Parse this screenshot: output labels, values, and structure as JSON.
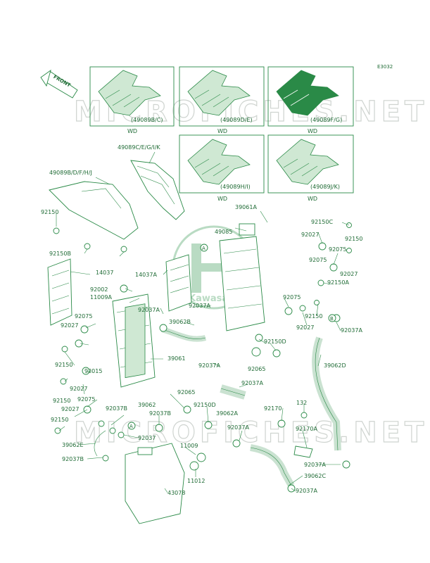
{
  "diagram_code": "E3032",
  "front_label": "FRONT",
  "watermark": "MICROFICHES.NET",
  "watermark_logo": "Kawasaki",
  "inset_boxes": [
    {
      "code": "(49089B/C)",
      "note": "WD"
    },
    {
      "code": "(49089D/E)",
      "note": "WD"
    },
    {
      "code": "(49089F/G)",
      "note": "WD"
    },
    {
      "code": "(49089H/I)",
      "note": "WD"
    },
    {
      "code": "(49089J/K)",
      "note": "WD"
    }
  ],
  "callouts": [
    "49089C/E/G/I/K",
    "49089B/D/F/H/J",
    "39061A",
    "92150C",
    "49085",
    "92027",
    "92150",
    "92075",
    "92075",
    "92027",
    "92150A",
    "A",
    "92150",
    "92150B",
    "14037",
    "14037A",
    "92002",
    "11009A",
    "92037A",
    "92037A",
    "39062B",
    "92075",
    "92150",
    "92027",
    "92037A",
    "B",
    "92150D",
    "92065",
    "39062D",
    "92075",
    "92027",
    "92150",
    "39061",
    "92037A",
    "92015",
    "92150",
    "92027",
    "92075",
    "92065",
    "92037A",
    "39062A",
    "132",
    "92150D",
    "92170",
    "92027",
    "92037B",
    "39062",
    "92037B",
    "92150",
    "92037",
    "A",
    "92037A",
    "92170A",
    "39062E",
    "11009",
    "92037B",
    "92037A",
    "11012",
    "39062C",
    "43078",
    "92037A"
  ]
}
